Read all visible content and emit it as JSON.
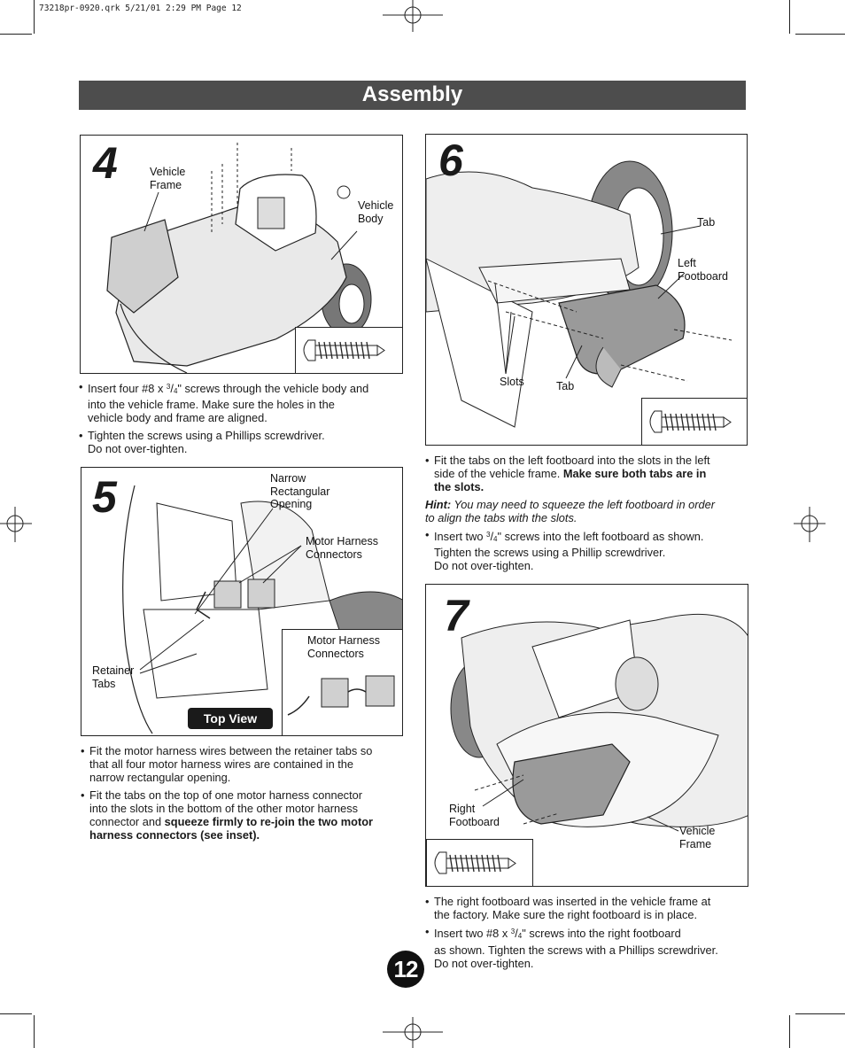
{
  "slug": "73218pr-0920.qrk 5/21/01 2:29 PM Page 12",
  "header": {
    "title": "Assembly"
  },
  "step4": {
    "number": "4",
    "label_vehicle_frame": "Vehicle\nFrame",
    "label_vehicle_body": "Vehicle\nBody",
    "bullets": [
      [
        "Insert four #8 x ",
        "3",
        "/",
        "4",
        "\" screws through the vehicle body and",
        "into the vehicle frame. Make sure the holes in the",
        "vehicle body and frame are aligned."
      ],
      [
        "Tighten the screws using a Phillips screwdriver.",
        "Do not over-tighten."
      ]
    ]
  },
  "step5": {
    "number": "5",
    "label_narrow_opening": "Narrow\nRectangular\nOpening",
    "label_motor_harness": "Motor Harness\nConnectors",
    "label_retainer_tabs": "Retainer\nTabs",
    "inset_label": "Motor Harness\nConnectors",
    "top_view": "Top View",
    "bullet1": [
      "Fit the motor harness wires between the retainer tabs so",
      "that all four motor harness wires are contained in the",
      "narrow rectangular opening."
    ],
    "bullet2_plain": [
      "Fit the tabs on the top of one motor harness connector",
      "into the slots in the bottom of the other motor harness",
      "connector and "
    ],
    "bullet2_bold": [
      "squeeze firmly to re-join the two motor",
      "harness connectors (see inset)."
    ]
  },
  "step6": {
    "number": "6",
    "label_tab_top": "Tab",
    "label_left_footboard": "Left\nFootboard",
    "label_slots": "Slots",
    "label_tab_bottom": "Tab",
    "bullet1_plain": [
      "Fit the tabs on the left footboard into the slots in the left",
      "side of the vehicle frame. "
    ],
    "bullet1_bold": [
      "Make sure both tabs are in",
      "the slots."
    ],
    "hint_label": "Hint:",
    "hint_text": [
      "You may need to squeeze the left footboard in order",
      "to align the tabs with the slots."
    ],
    "bullet2": [
      "Insert two ",
      "3",
      "/",
      "4",
      "\" screws into the left footboard as shown.",
      "Tighten the screws using a Phillip screwdriver.",
      "Do not over-tighten."
    ]
  },
  "step7": {
    "number": "7",
    "label_right_footboard": "Right\nFootboard",
    "label_vehicle_frame": "Vehicle\nFrame",
    "bullet1": [
      "The right footboard was inserted in the vehicle frame at",
      "the factory. Make sure the right footboard is in place."
    ],
    "bullet2": [
      "Insert two #8 x ",
      "3",
      "/",
      "4",
      "\" screws into the right footboard",
      "as shown. Tighten the screws with a Phillips screwdriver.",
      "Do not over-tighten."
    ]
  },
  "page_number": "12"
}
